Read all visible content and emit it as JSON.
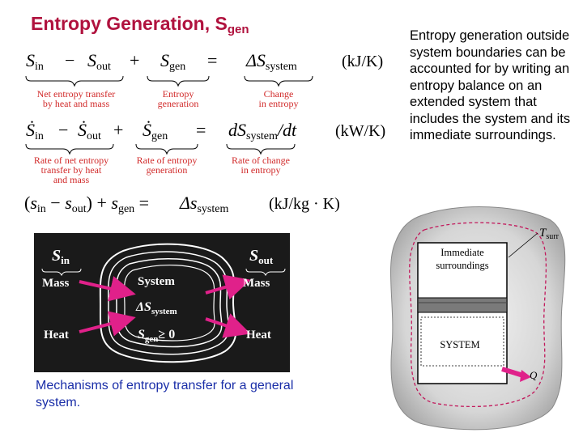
{
  "title": {
    "main": "Entropy Generation, S",
    "subscript": "gen"
  },
  "side_text": "Entropy generation outside system boundaries can be accounted for by writing an entropy balance on an extended system that includes the system and its immediate surroundings.",
  "equations": {
    "eq1": {
      "terms": [
        "S",
        "in",
        "−",
        "S",
        "out",
        "+",
        "S",
        "gen",
        "=",
        "ΔS",
        "system"
      ],
      "unit": "(kJ/K)",
      "labels": {
        "net": [
          "Net entropy transfer",
          "by heat and mass"
        ],
        "gen": [
          "Entropy",
          "generation"
        ],
        "change": [
          "Change",
          "in entropy"
        ]
      }
    },
    "eq2": {
      "unit": "(kW/K)",
      "rhs": "dS",
      "rhs_sub": "system",
      "rhs_tail": "/dt",
      "labels": {
        "net": [
          "Rate of net entropy",
          "transfer by heat",
          "and mass"
        ],
        "gen": [
          "Rate of entropy",
          "generation"
        ],
        "change": [
          "Rate of change",
          "in entropy"
        ]
      }
    },
    "eq3": {
      "unit": "(kJ/kg · K)",
      "rhs": "Δs",
      "rhs_sub": "system"
    }
  },
  "mechanism_figure": {
    "s_in": "S",
    "s_in_sub": "in",
    "s_out": "S",
    "s_out_sub": "out",
    "mass_left": "Mass",
    "mass_right": "Mass",
    "heat_left": "Heat",
    "heat_right": "Heat",
    "system": "System",
    "delta_s": "ΔS",
    "delta_s_sub": "system",
    "sgen": "S",
    "sgen_sub": "gen",
    "sgen_tail": "≥ 0"
  },
  "caption": "Mechanisms of entropy transfer for a general system.",
  "surroundings_figure": {
    "t_surr": "T",
    "t_surr_sub": "surr",
    "immediate_line1": "Immediate",
    "immediate_line2": "surroundings",
    "system_label": "SYSTEM",
    "q_label": "Q"
  },
  "colors": {
    "title": "#b0123e",
    "caption": "#1a2ea8",
    "magenta": "#e0218a",
    "dark_panel": "#1a1a1a",
    "label_red": "#d12a2a"
  }
}
